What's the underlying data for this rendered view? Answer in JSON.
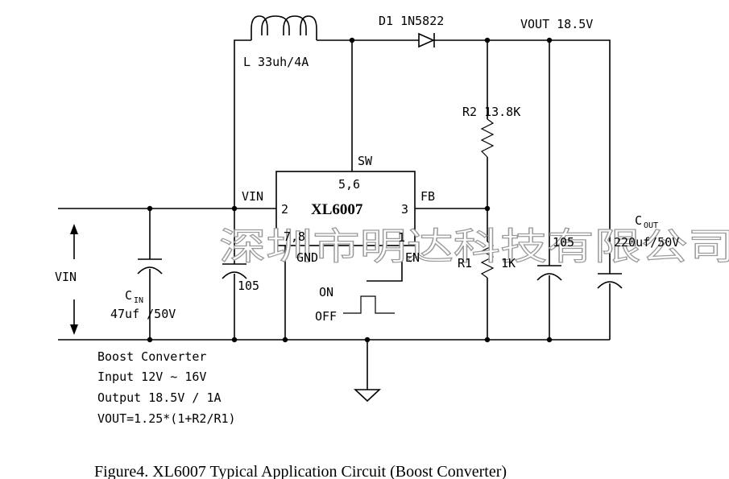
{
  "watermark": "深圳市明达科技有限公司",
  "ic": {
    "name": "XL6007",
    "pin_sw": "5,6",
    "pin_vin": "2",
    "pin_fb": "3",
    "pin_gnd": "7,8",
    "pin_en": "1"
  },
  "labels": {
    "sw": "SW",
    "vin_pin": "VIN",
    "fb": "FB",
    "gnd": "GND",
    "en": "EN",
    "inductor": "L 33uh/4A",
    "diode": "D1 1N5822",
    "vout": "VOUT 18.5V",
    "r2": "R2 13.8K",
    "r1": "R1",
    "r1_value": "1K",
    "cin_c": "C",
    "cin_sub": "IN",
    "cin_value": "47uf /50V",
    "c_in_105": "105",
    "c_out_105": "105",
    "cout_c": "C",
    "cout_sub": "OUT",
    "cout_value": "220uf/50V",
    "vin_arrow": "VIN",
    "on": "ON",
    "off": "OFF"
  },
  "notes": [
    "Boost Converter",
    "Input 12V ~ 16V",
    "Output 18.5V / 1A",
    "VOUT=1.25*(1+R2/R1)"
  ],
  "caption": "Figure4. XL6007 Typical Application Circuit (Boost Converter)"
}
